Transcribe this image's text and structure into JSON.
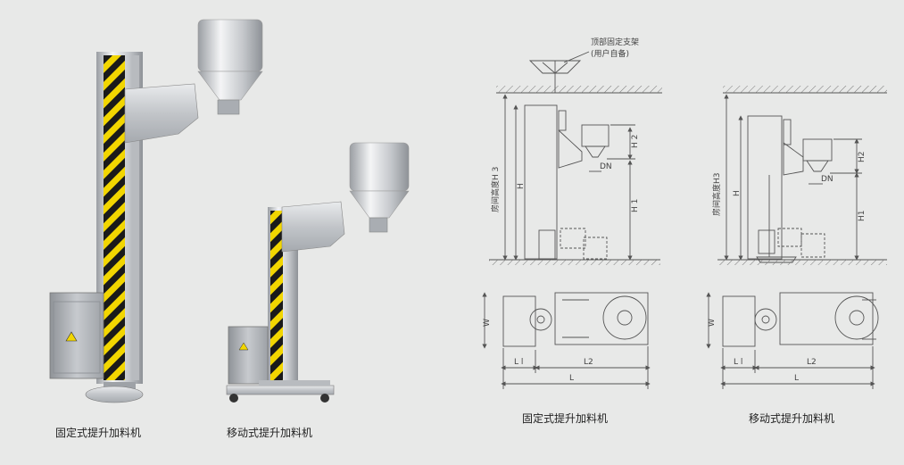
{
  "photos": {
    "fixed_caption": "固定式提升加料机",
    "mobile_caption": "移动式提升加料机"
  },
  "drawings": {
    "fixed": {
      "caption": "固定式提升加料机",
      "top_bracket_label": "顶部固定支架",
      "top_bracket_note": "(用户自备)",
      "room_height": "房间高度H 3",
      "h": "H",
      "h1": "H 1",
      "h2": "H 2",
      "dn": "DN",
      "w": "W",
      "l1": "L l",
      "l2": "L2",
      "l": "L"
    },
    "mobile": {
      "caption": "移动式提升加料机",
      "room_height": "房间高度H3",
      "h": "H",
      "h1": "H1",
      "h2": "H2",
      "dn": "DN",
      "w": "W",
      "l1": "L l",
      "l2": "L2",
      "l": "L"
    }
  },
  "colors": {
    "background": "#e8e9e8",
    "hazard_yellow": "#f2d600",
    "hazard_black": "#1a1a1a",
    "steel": "#c9ccd0",
    "line": "#555555"
  }
}
